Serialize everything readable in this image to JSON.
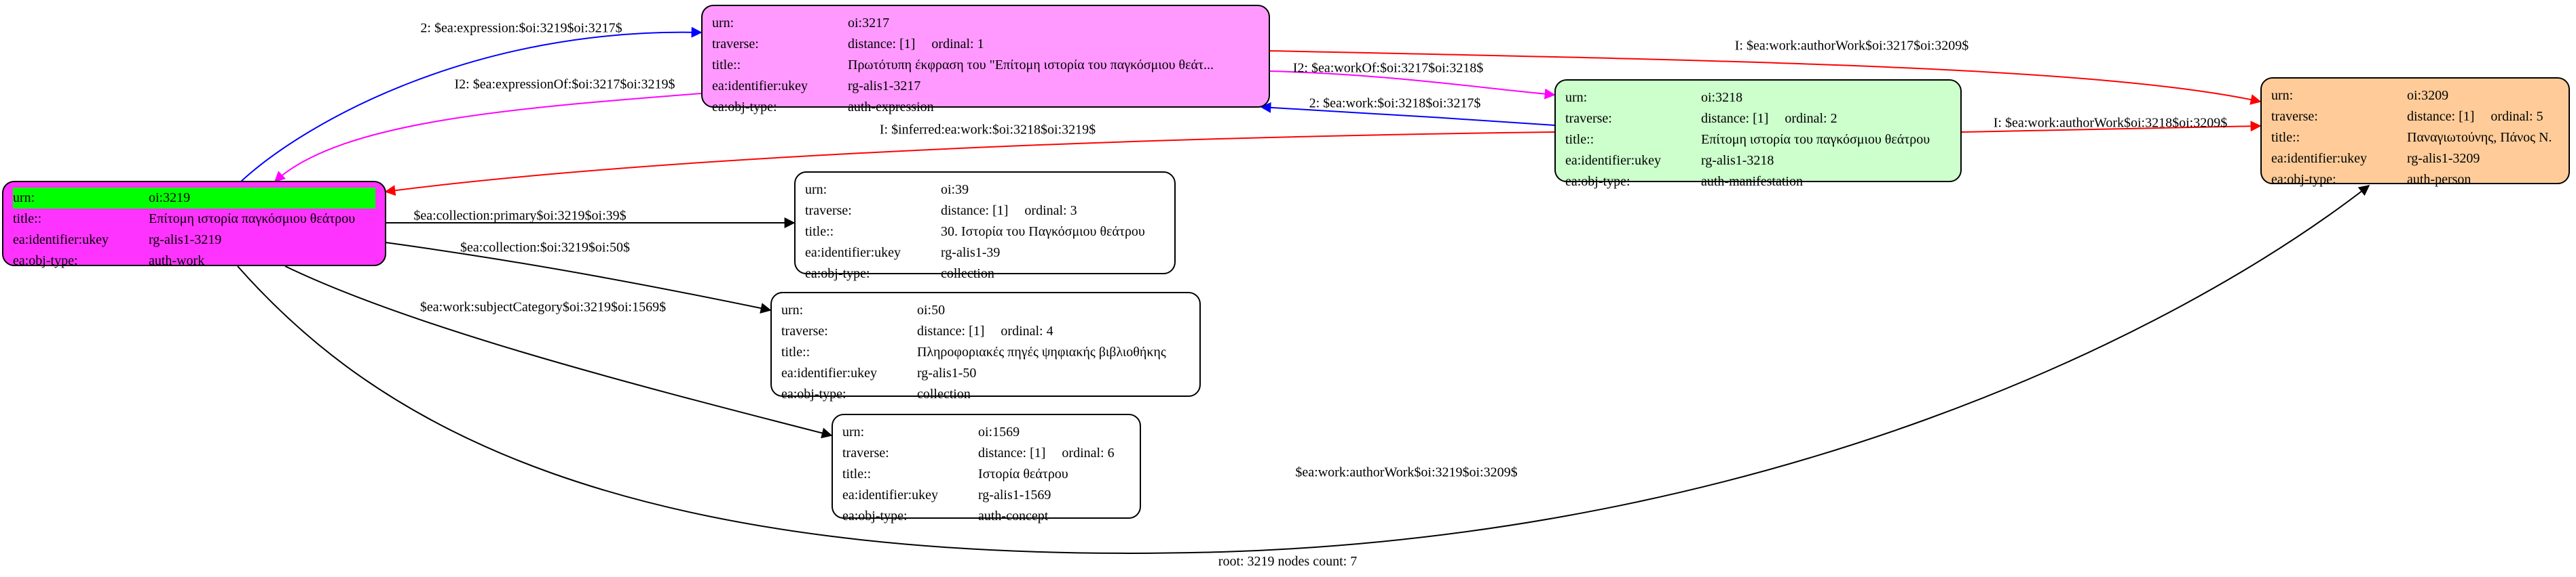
{
  "colors": {
    "root_fill": "#ff33ff",
    "root_header": "#00ff00",
    "expression_fill": "#ff99ff",
    "manifestation_fill": "#ccffcc",
    "person_fill": "#ffcc99",
    "plain_fill": "#ffffff",
    "edge_blue": "#0000ff",
    "edge_magenta": "#ff00ff",
    "edge_red": "#ff0000",
    "edge_black": "#000000"
  },
  "nodes": {
    "n3219": {
      "urn_key": "urn:",
      "urn": "oi:3219",
      "title_key": "title::",
      "title": "Επίτομη ιστορία παγκόσμιου θεάτρου",
      "ukey_key": "ea:identifier:ukey",
      "ukey": "rg-alis1-3219",
      "type_key": "ea:obj-type:",
      "type": "auth-work"
    },
    "n3217": {
      "urn_key": "urn:",
      "urn": "oi:3217",
      "traverse_key": "traverse:",
      "distance": "distance: [1]",
      "ordinal": "ordinal: 1",
      "title_key": "title::",
      "title": "Πρωτότυπη έκφραση του \"Επίτομη ιστορία του παγκόσμιου θεάτ...",
      "ukey_key": "ea:identifier:ukey",
      "ukey": "rg-alis1-3217",
      "type_key": "ea:obj-type:",
      "type": "auth-expression"
    },
    "n3218": {
      "urn_key": "urn:",
      "urn": "oi:3218",
      "traverse_key": "traverse:",
      "distance": "distance: [1]",
      "ordinal": "ordinal: 2",
      "title_key": "title::",
      "title": "Επίτομη ιστορία του παγκόσμιου θεάτρου",
      "ukey_key": "ea:identifier:ukey",
      "ukey": "rg-alis1-3218",
      "type_key": "ea:obj-type:",
      "type": "auth-manifestation"
    },
    "n3209": {
      "urn_key": "urn:",
      "urn": "oi:3209",
      "traverse_key": "traverse:",
      "distance": "distance: [1]",
      "ordinal": "ordinal: 5",
      "title_key": "title::",
      "title": "Παναγιωτούνης, Πάνος Ν.",
      "ukey_key": "ea:identifier:ukey",
      "ukey": "rg-alis1-3209",
      "type_key": "ea:obj-type:",
      "type": "auth-person"
    },
    "n39": {
      "urn_key": "urn:",
      "urn": "oi:39",
      "traverse_key": "traverse:",
      "distance": "distance: [1]",
      "ordinal": "ordinal: 3",
      "title_key": "title::",
      "title": "30. Ιστορία του Παγκόσμιου θεάτρου",
      "ukey_key": "ea:identifier:ukey",
      "ukey": "rg-alis1-39",
      "type_key": "ea:obj-type:",
      "type": "collection"
    },
    "n50": {
      "urn_key": "urn:",
      "urn": "oi:50",
      "traverse_key": "traverse:",
      "distance": "distance: [1]",
      "ordinal": "ordinal: 4",
      "title_key": "title::",
      "title": "Πληροφοριακές πηγές ψηφιακής βιβλιοθήκης",
      "ukey_key": "ea:identifier:ukey",
      "ukey": "rg-alis1-50",
      "type_key": "ea:obj-type:",
      "type": "collection"
    },
    "n1569": {
      "urn_key": "urn:",
      "urn": "oi:1569",
      "traverse_key": "traverse:",
      "distance": "distance: [1]",
      "ordinal": "ordinal: 6",
      "title_key": "title::",
      "title": "Ιστορία θεάτρου",
      "ukey_key": "ea:identifier:ukey",
      "ukey": "rg-alis1-1569",
      "type_key": "ea:obj-type:",
      "type": "auth-concept"
    }
  },
  "edges": {
    "e1": "2: $ea:expression:$oi:3219$oi:3217$",
    "e2": "I2: $ea:expressionOf:$oi:3217$oi:3219$",
    "e3": "I2: $ea:workOf:$oi:3217$oi:3218$",
    "e4": "2: $ea:work:$oi:3218$oi:3217$",
    "e5": "I: $ea:work:authorWork$oi:3217$oi:3209$",
    "e6": "I: $inferred:ea:work:$oi:3218$oi:3219$",
    "e7": "I: $ea:work:authorWork$oi:3218$oi:3209$",
    "e8": "$ea:collection:primary$oi:3219$oi:39$",
    "e9": "$ea:collection:$oi:3219$oi:50$",
    "e10": "$ea:work:subjectCategory$oi:3219$oi:1569$",
    "e11": "$ea:work:authorWork$oi:3219$oi:3209$"
  },
  "footer": "root: 3219 nodes count: 7"
}
